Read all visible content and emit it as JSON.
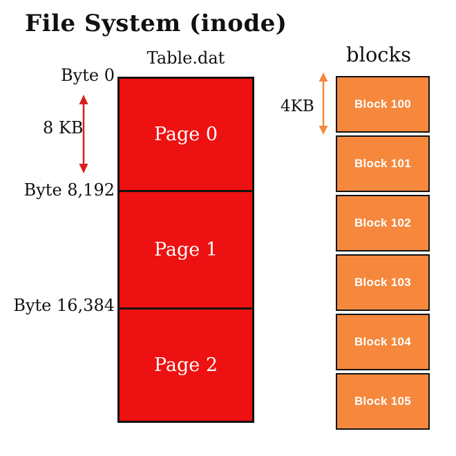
{
  "title": "File System (inode)",
  "file_column": {
    "header": "Table.dat",
    "size_annotation": "8 KB",
    "byte_markers": [
      {
        "label": "Byte 0"
      },
      {
        "label": "Byte 8,192"
      },
      {
        "label": "Byte 16,384"
      }
    ],
    "pages": [
      {
        "label": "Page 0"
      },
      {
        "label": "Page 1"
      },
      {
        "label": "Page 2"
      }
    ]
  },
  "blocks_column": {
    "header": "blocks",
    "size_annotation": "4KB",
    "blocks": [
      {
        "label": "Block 100"
      },
      {
        "label": "Block 101"
      },
      {
        "label": "Block 102"
      },
      {
        "label": "Block 103"
      },
      {
        "label": "Block 104"
      },
      {
        "label": "Block 105"
      }
    ]
  },
  "colors": {
    "page_fill": "#ee1111",
    "page_border": "#111111",
    "block_fill": "#f5883d",
    "block_border": "#111111",
    "byte_arrow": "#d81f1f",
    "block_arrow": "#f5883d",
    "text_dark": "#111111",
    "text_light": "#ffffff"
  }
}
